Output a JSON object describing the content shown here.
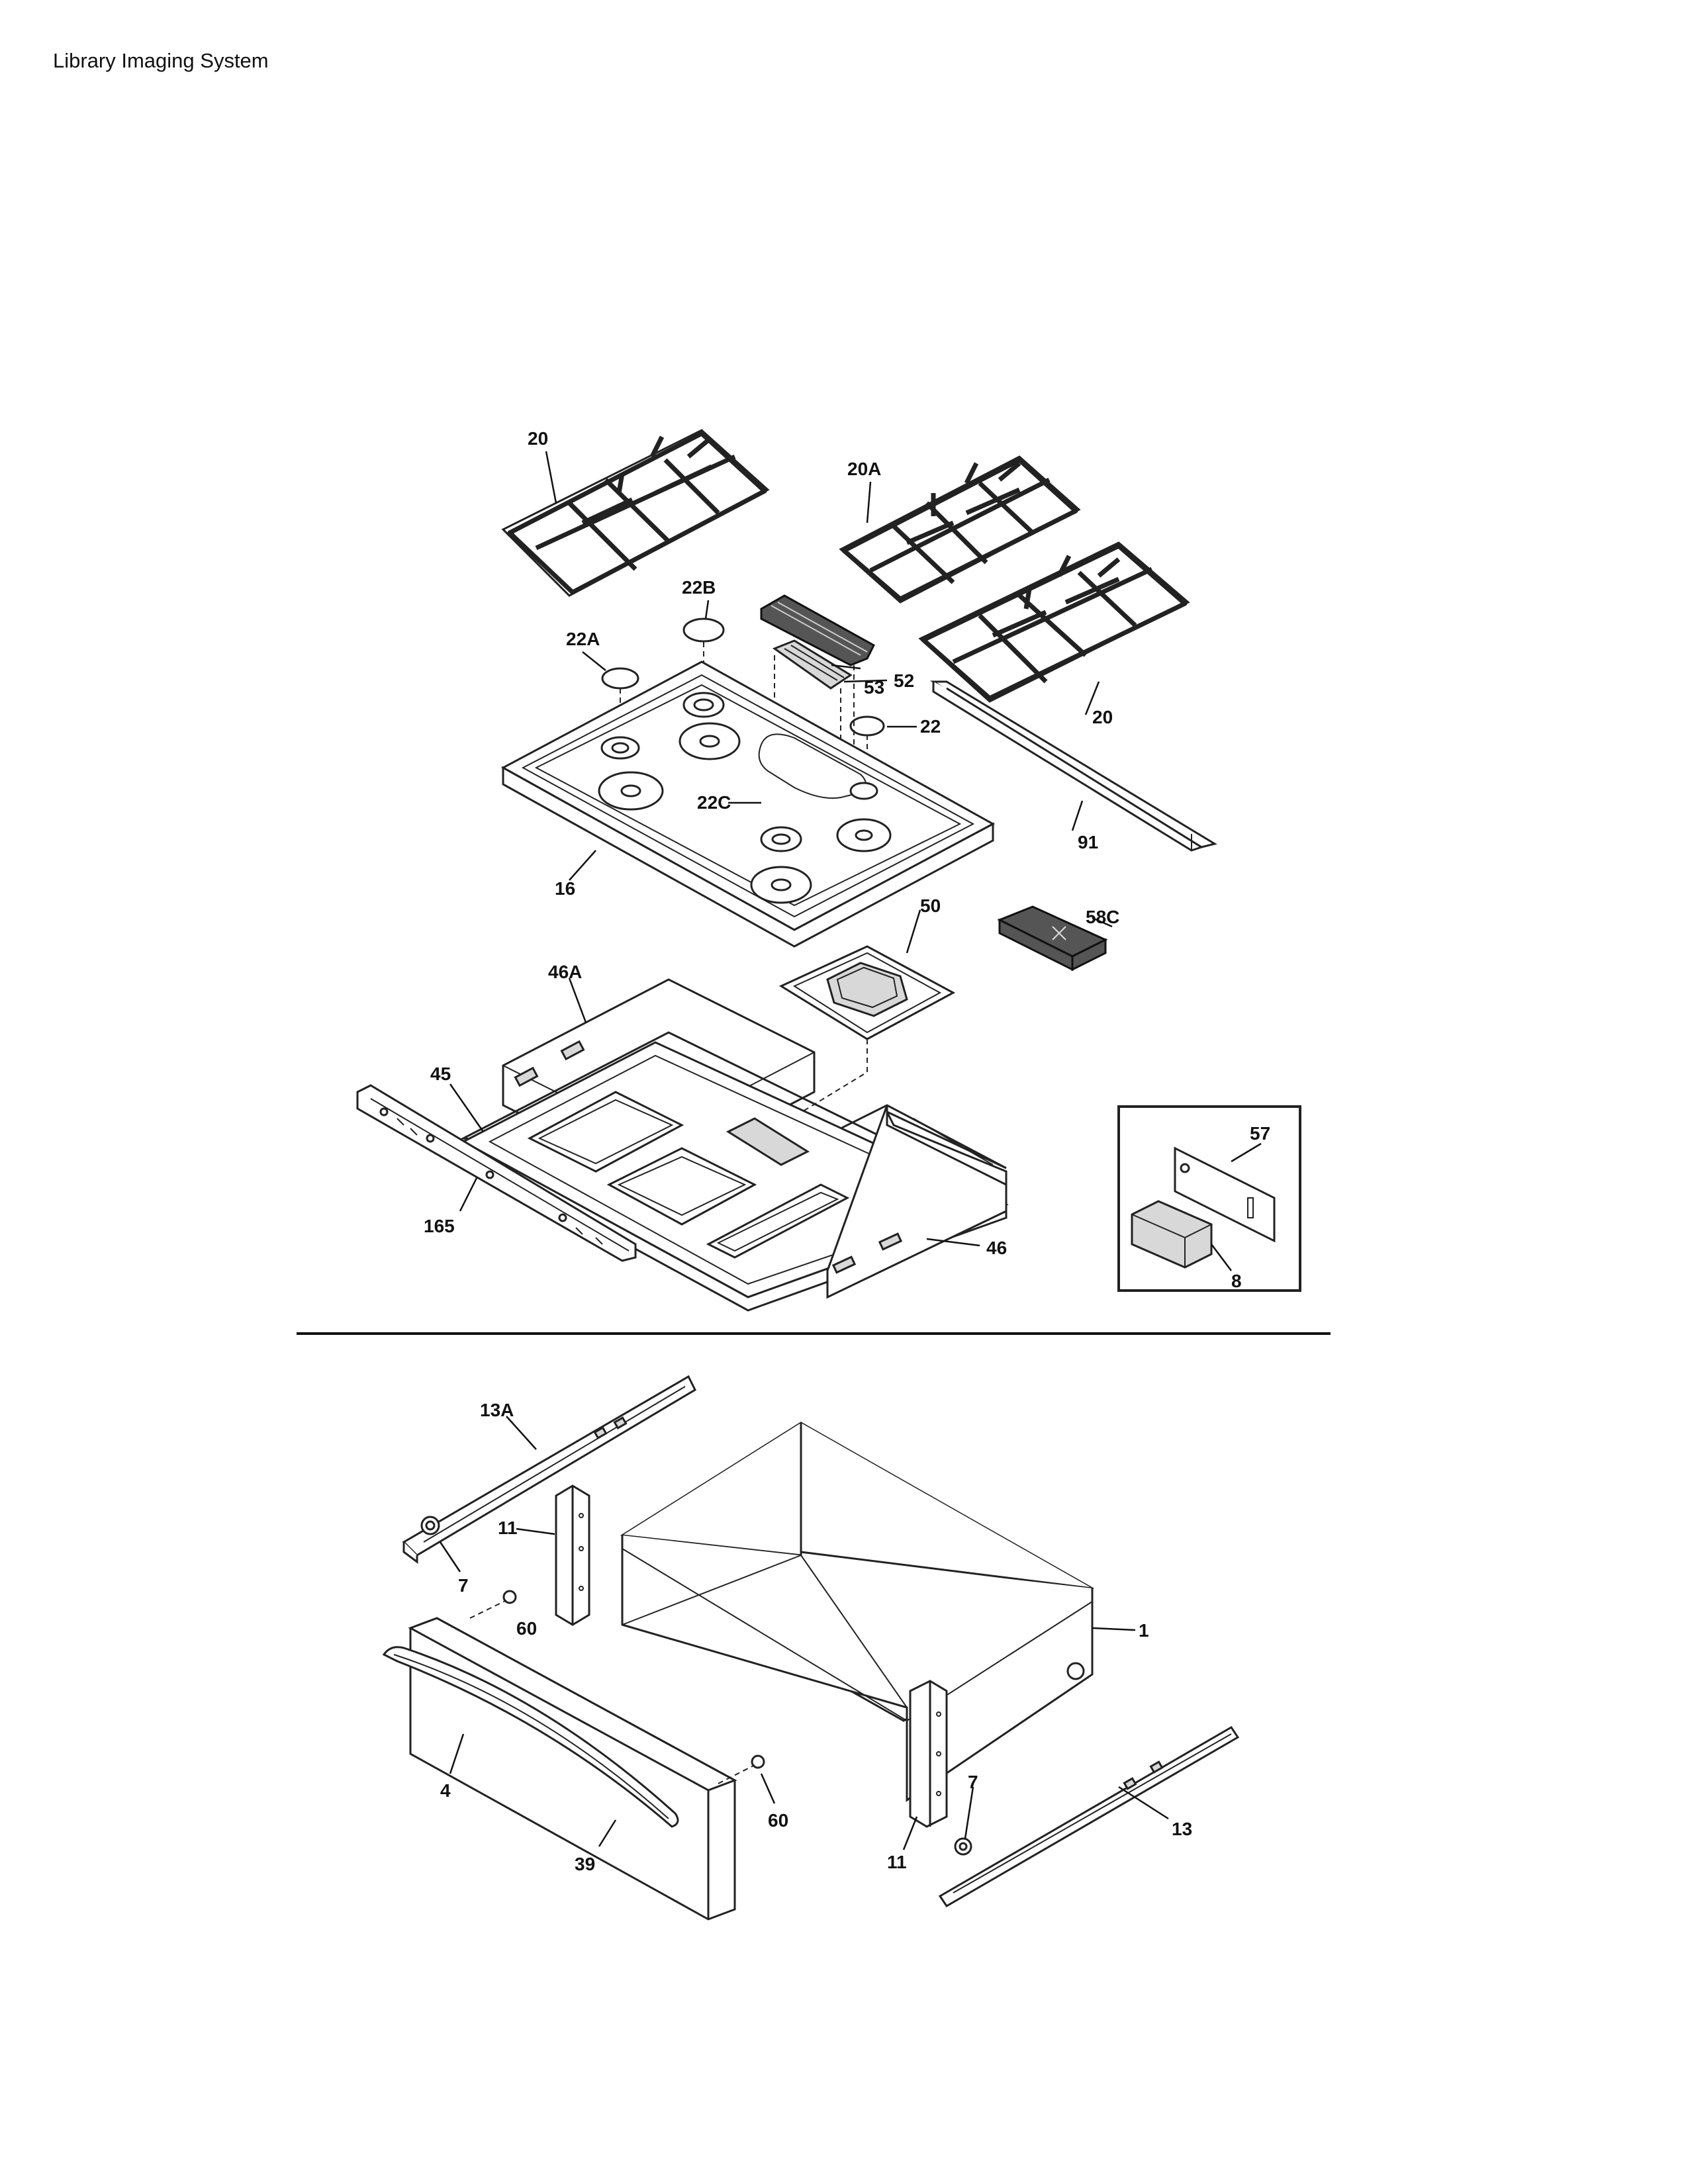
{
  "header": {
    "title": "Library Imaging System"
  },
  "callouts": {
    "c20_top": "20",
    "c20A": "20A",
    "c20_right": "20",
    "c22B": "22B",
    "c22A": "22A",
    "c52": "52",
    "c53": "53",
    "c22": "22",
    "c22C": "22C",
    "c91": "91",
    "c16": "16",
    "c50": "50",
    "c58C": "58C",
    "c46A": "46A",
    "c45": "45",
    "c165": "165",
    "c46": "46",
    "c57": "57",
    "c8": "8",
    "c13A": "13A",
    "c11_top": "11",
    "c7_left": "7",
    "c60_top": "60",
    "c1": "1",
    "c4": "4",
    "c39": "39",
    "c60_bottom": "60",
    "c11_bottom": "11",
    "c7_right": "7",
    "c13": "13"
  }
}
